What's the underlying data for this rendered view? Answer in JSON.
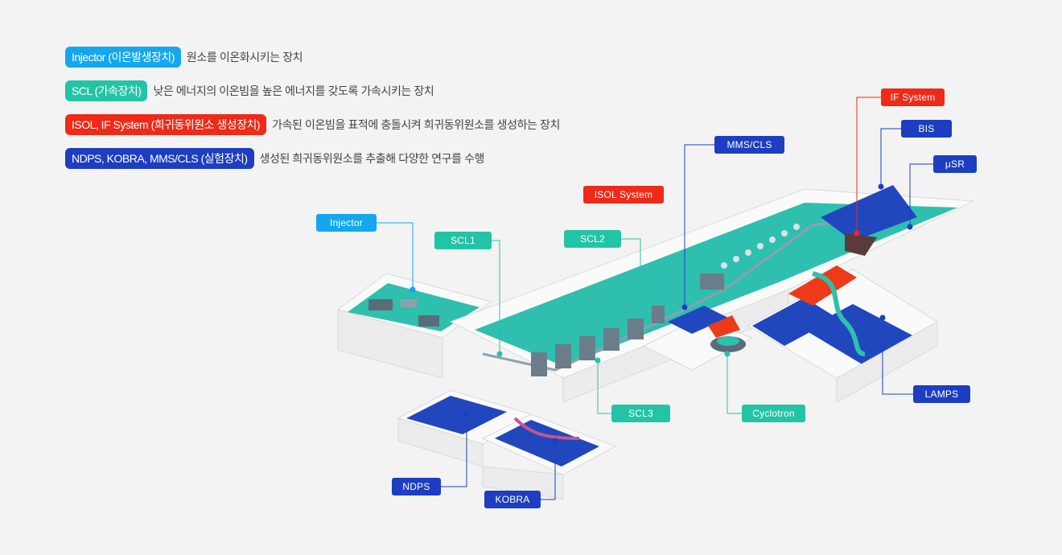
{
  "legend": [
    {
      "tag": "Injector (이온발생장치)",
      "desc": "원소를 이온화시키는 장치",
      "color": "#14a7ee"
    },
    {
      "tag": "SCL (가속장치)",
      "desc": "낮은 에너지의 이온빔을 높은 에너지를 갖도록 가속시키는 장치",
      "color": "#23c4a6"
    },
    {
      "tag": "ISOL, IF System (희귀동위원소 생성장치)",
      "desc": "가속된 이온빔을 표적에 충돌시켜 희귀동위원소를 생성하는 장치",
      "color": "#ee2a18"
    },
    {
      "tag": "NDPS, KOBRA, MMS/CLS (실험장치)",
      "desc": "생성된 희귀동위원소를 추출해 다양한 연구를 수행",
      "color": "#1d3ec0"
    }
  ],
  "labels": {
    "injector": "Injector",
    "scl1": "SCL1",
    "scl2": "SCL2",
    "scl3": "SCL3",
    "isol": "ISOL System",
    "mms": "MMS/CLS",
    "if_system": "IF System",
    "bis": "BIS",
    "musr": "μSR",
    "cyclotron": "Cyclotron",
    "lamps": "LAMPS",
    "ndps": "NDPS",
    "kobra": "KOBRA"
  },
  "colors": {
    "injector": "#14a7ee",
    "accelerator": "#23c4a6",
    "isotope": "#ee2a18",
    "experiment": "#1d3ec0",
    "floor": "#2fbfae"
  }
}
